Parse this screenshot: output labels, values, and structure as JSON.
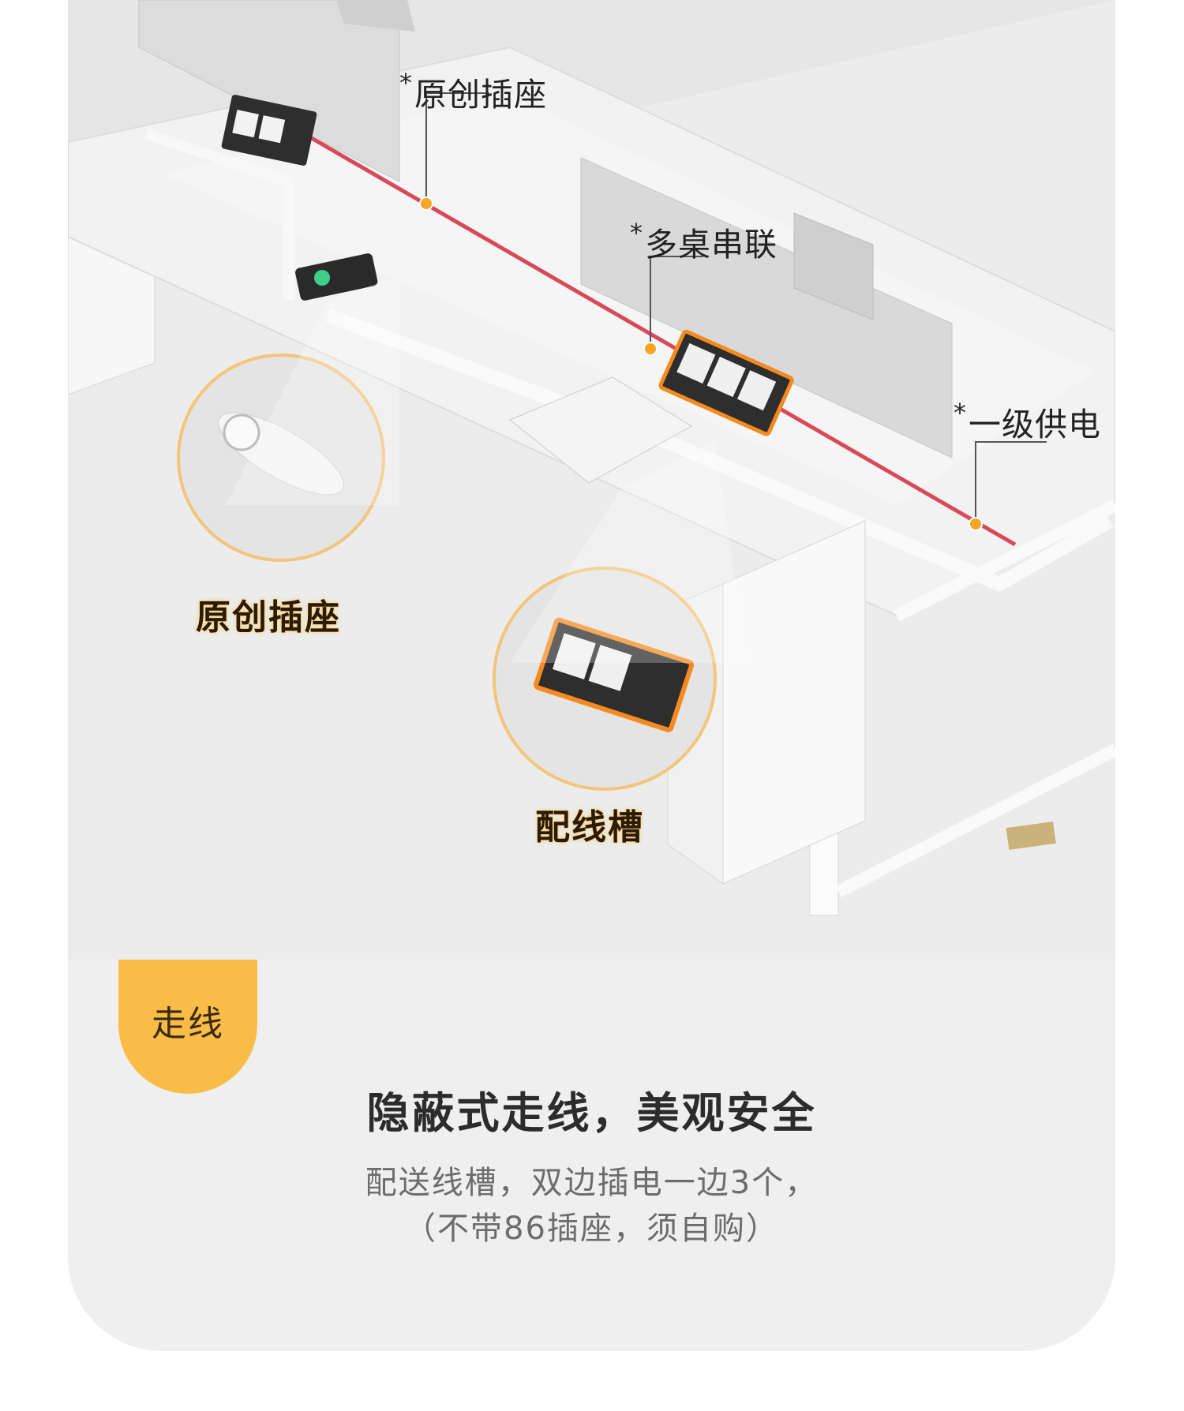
{
  "callouts": {
    "original_socket": "原创插座",
    "multi_desk": "多桌串联",
    "primary_power": "一级供电",
    "star": "*"
  },
  "insets": {
    "socket_caption": "原创插座",
    "trough_caption": "配线槽"
  },
  "section": {
    "tag": "走线",
    "headline": "隐蔽式走线，美观安全",
    "detail_line1": "配送线槽，双边插电一边3个，",
    "detail_line2": "（不带86插座，须自购）"
  },
  "colors": {
    "accent_orange": "#f9bd47",
    "cable_red": "#d84a5a",
    "marker_orange": "#f5a623"
  },
  "icons": [
    "laptop-icon",
    "power-socket-icon",
    "wireless-charger-icon"
  ]
}
